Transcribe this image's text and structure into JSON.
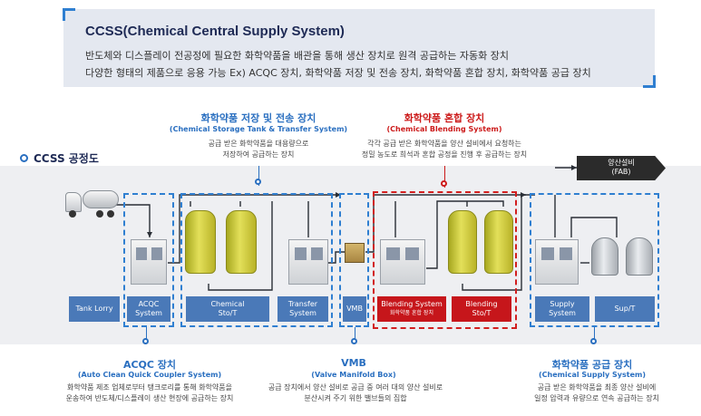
{
  "header": {
    "title": "CCSS(Chemical Central Supply System)",
    "desc_line1": "반도체와 디스플레이 전공정에 필요한 화학약품을 배관을 통해 생산 장치로 원격 공급하는 자동화 장치",
    "desc_line2": "다양한 형태의 제품으로 응용 가능 Ex) ACQC 장치, 화학약품 저장 및 전송 장치, 화학약품 혼합 장치, 화학약품 공급 장치"
  },
  "legend": {
    "title": "CCSS 공정도"
  },
  "top_sections": {
    "storage": {
      "title": "화학약품 저장 및 전송 장치",
      "subtitle": "(Chemical Storage Tank & Transfer System)",
      "desc_line1": "공급 받은 화학약품을 대용량으로",
      "desc_line2": "저장하여 공급하는 장치"
    },
    "blending": {
      "title": "화학약품 혼합 장치",
      "subtitle": "(Chemical Blending System)",
      "desc_line1": "각각 공급 받은 화학약품을 양산 설비에서 요청하는",
      "desc_line2": "정밀 농도로 희석과 혼합 공정을 진행 후 공급하는 장치"
    }
  },
  "bottom_sections": {
    "acqc": {
      "title": "ACQC 장치",
      "subtitle": "(Auto Clean Quick Coupler System)",
      "desc_line1": "화학약품 제조 업체로부터 탱크로리를 통해 화학약품을",
      "desc_line2": "운송하여 반도체/디스플레이 생산 현장에 공급하는 장치"
    },
    "vmb": {
      "title": "VMB",
      "subtitle": "(Valve Manifold Box)",
      "desc_line1": "공급 장치에서 양산 설비로 공급 중 여러 대의 양산 설비로",
      "desc_line2": "분산시켜 주기 위한 밸브들의 집합"
    },
    "supply": {
      "title": "화학약품 공급 장치",
      "subtitle": "(Chemical Supply System)",
      "desc_line1": "공급 받은 화학약품을 최종 양산 설비에",
      "desc_line2": "일정 압력과 유량으로 연속 공급하는 장치"
    }
  },
  "fab": {
    "line1": "양산설비",
    "line2": "(FAB)"
  },
  "stages": {
    "tank_lorry": "Tank Lorry",
    "acqc_l1": "ACQC",
    "acqc_l2": "System",
    "chem_sto_l1": "Chemical",
    "chem_sto_l2": "Sto/T",
    "transfer_l1": "Transfer",
    "transfer_l2": "System",
    "vmb": "VMB",
    "blend_sys_l1": "Blending System",
    "blend_sys_l2": "화학약품 혼합 장치",
    "blend_sto_l1": "Blending",
    "blend_sto_l2": "Sto/T",
    "supply_l1": "Supply",
    "supply_l2": "System",
    "sup_t": "Sup/T"
  },
  "colors": {
    "blue_accent": "#2f7fd1",
    "red_accent": "#d21f1f",
    "label_blue": "#4a79b8",
    "label_red": "#c6161b",
    "title_navy": "#1e2a55"
  }
}
